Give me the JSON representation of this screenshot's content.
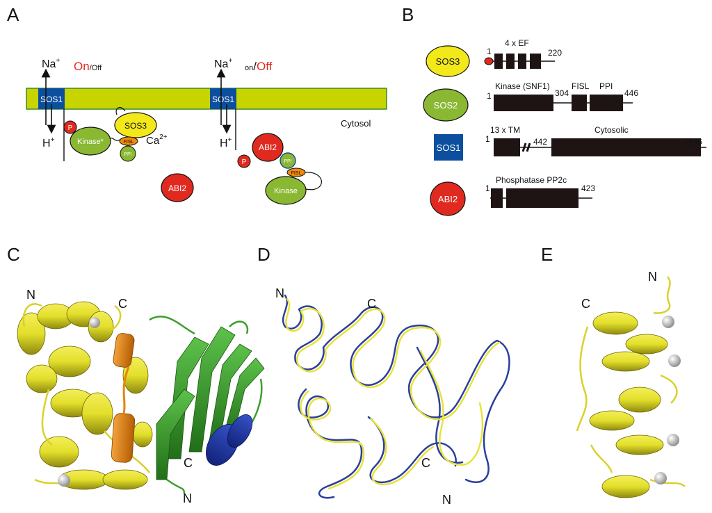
{
  "panels": {
    "A": "A",
    "B": "B",
    "C": "C",
    "D": "D",
    "E": "E"
  },
  "panel_a": {
    "na_left": "Na",
    "plus": "+",
    "h_left": "H",
    "on_left": "On",
    "off_left": "Off",
    "slash": "/",
    "na_right": "Na",
    "h_right": "H",
    "on_right": "on",
    "off_right": "Off",
    "sos1": "SOS1",
    "sos3": "SOS3",
    "kinase_star": "Kinase*",
    "fisl": "FISL",
    "ppi": "PPI",
    "p": "P",
    "ca": "Ca",
    "ca_charge": "2+",
    "abi2": "ABI2",
    "kinase": "Kinase",
    "cytosol": "Cytosol"
  },
  "panel_b": {
    "sos3": {
      "label": "SOS3",
      "start": "1",
      "end": "220",
      "domain": "4 x EF"
    },
    "sos2": {
      "label": "SOS2",
      "start": "1",
      "mid": "304",
      "end": "446",
      "domain1": "Kinase (SNF1)",
      "domain2": "FISL",
      "domain3": "PPI"
    },
    "sos1": {
      "label": "SOS1",
      "start": "1",
      "mid": "442",
      "end": "1146",
      "domain1": "13 x TM",
      "domain2": "Cytosolic"
    },
    "abi2": {
      "label": "ABI2",
      "start": "1",
      "end": "423",
      "domain": "Phosphatase PP2c"
    }
  },
  "structures": {
    "c_n_top": "N",
    "c_c_top": "C",
    "c_c_mid": "C",
    "c_n_bottom": "N",
    "d_n_top": "N",
    "d_c_top": "C",
    "d_c_mid": "C",
    "d_n_bottom": "N",
    "e_n_top": "N",
    "e_c_top": "C"
  },
  "colors": {
    "membrane": "#c8d400",
    "sos1": "#0b4f9e",
    "sos3": "#f2e81a",
    "sos2": "#8ab833",
    "abi2": "#e02a1f",
    "fisl": "#f08a0b",
    "ppi": "#8ab833",
    "helix_yellow": "#e3df2b",
    "helix_orange": "#e8840e",
    "sheet_green": "#3d9e2c",
    "helix_blue": "#1f37a5",
    "trace_blue": "#2a3f9c",
    "domain_box": "#1f1414",
    "text_red": "#e02a1f"
  }
}
